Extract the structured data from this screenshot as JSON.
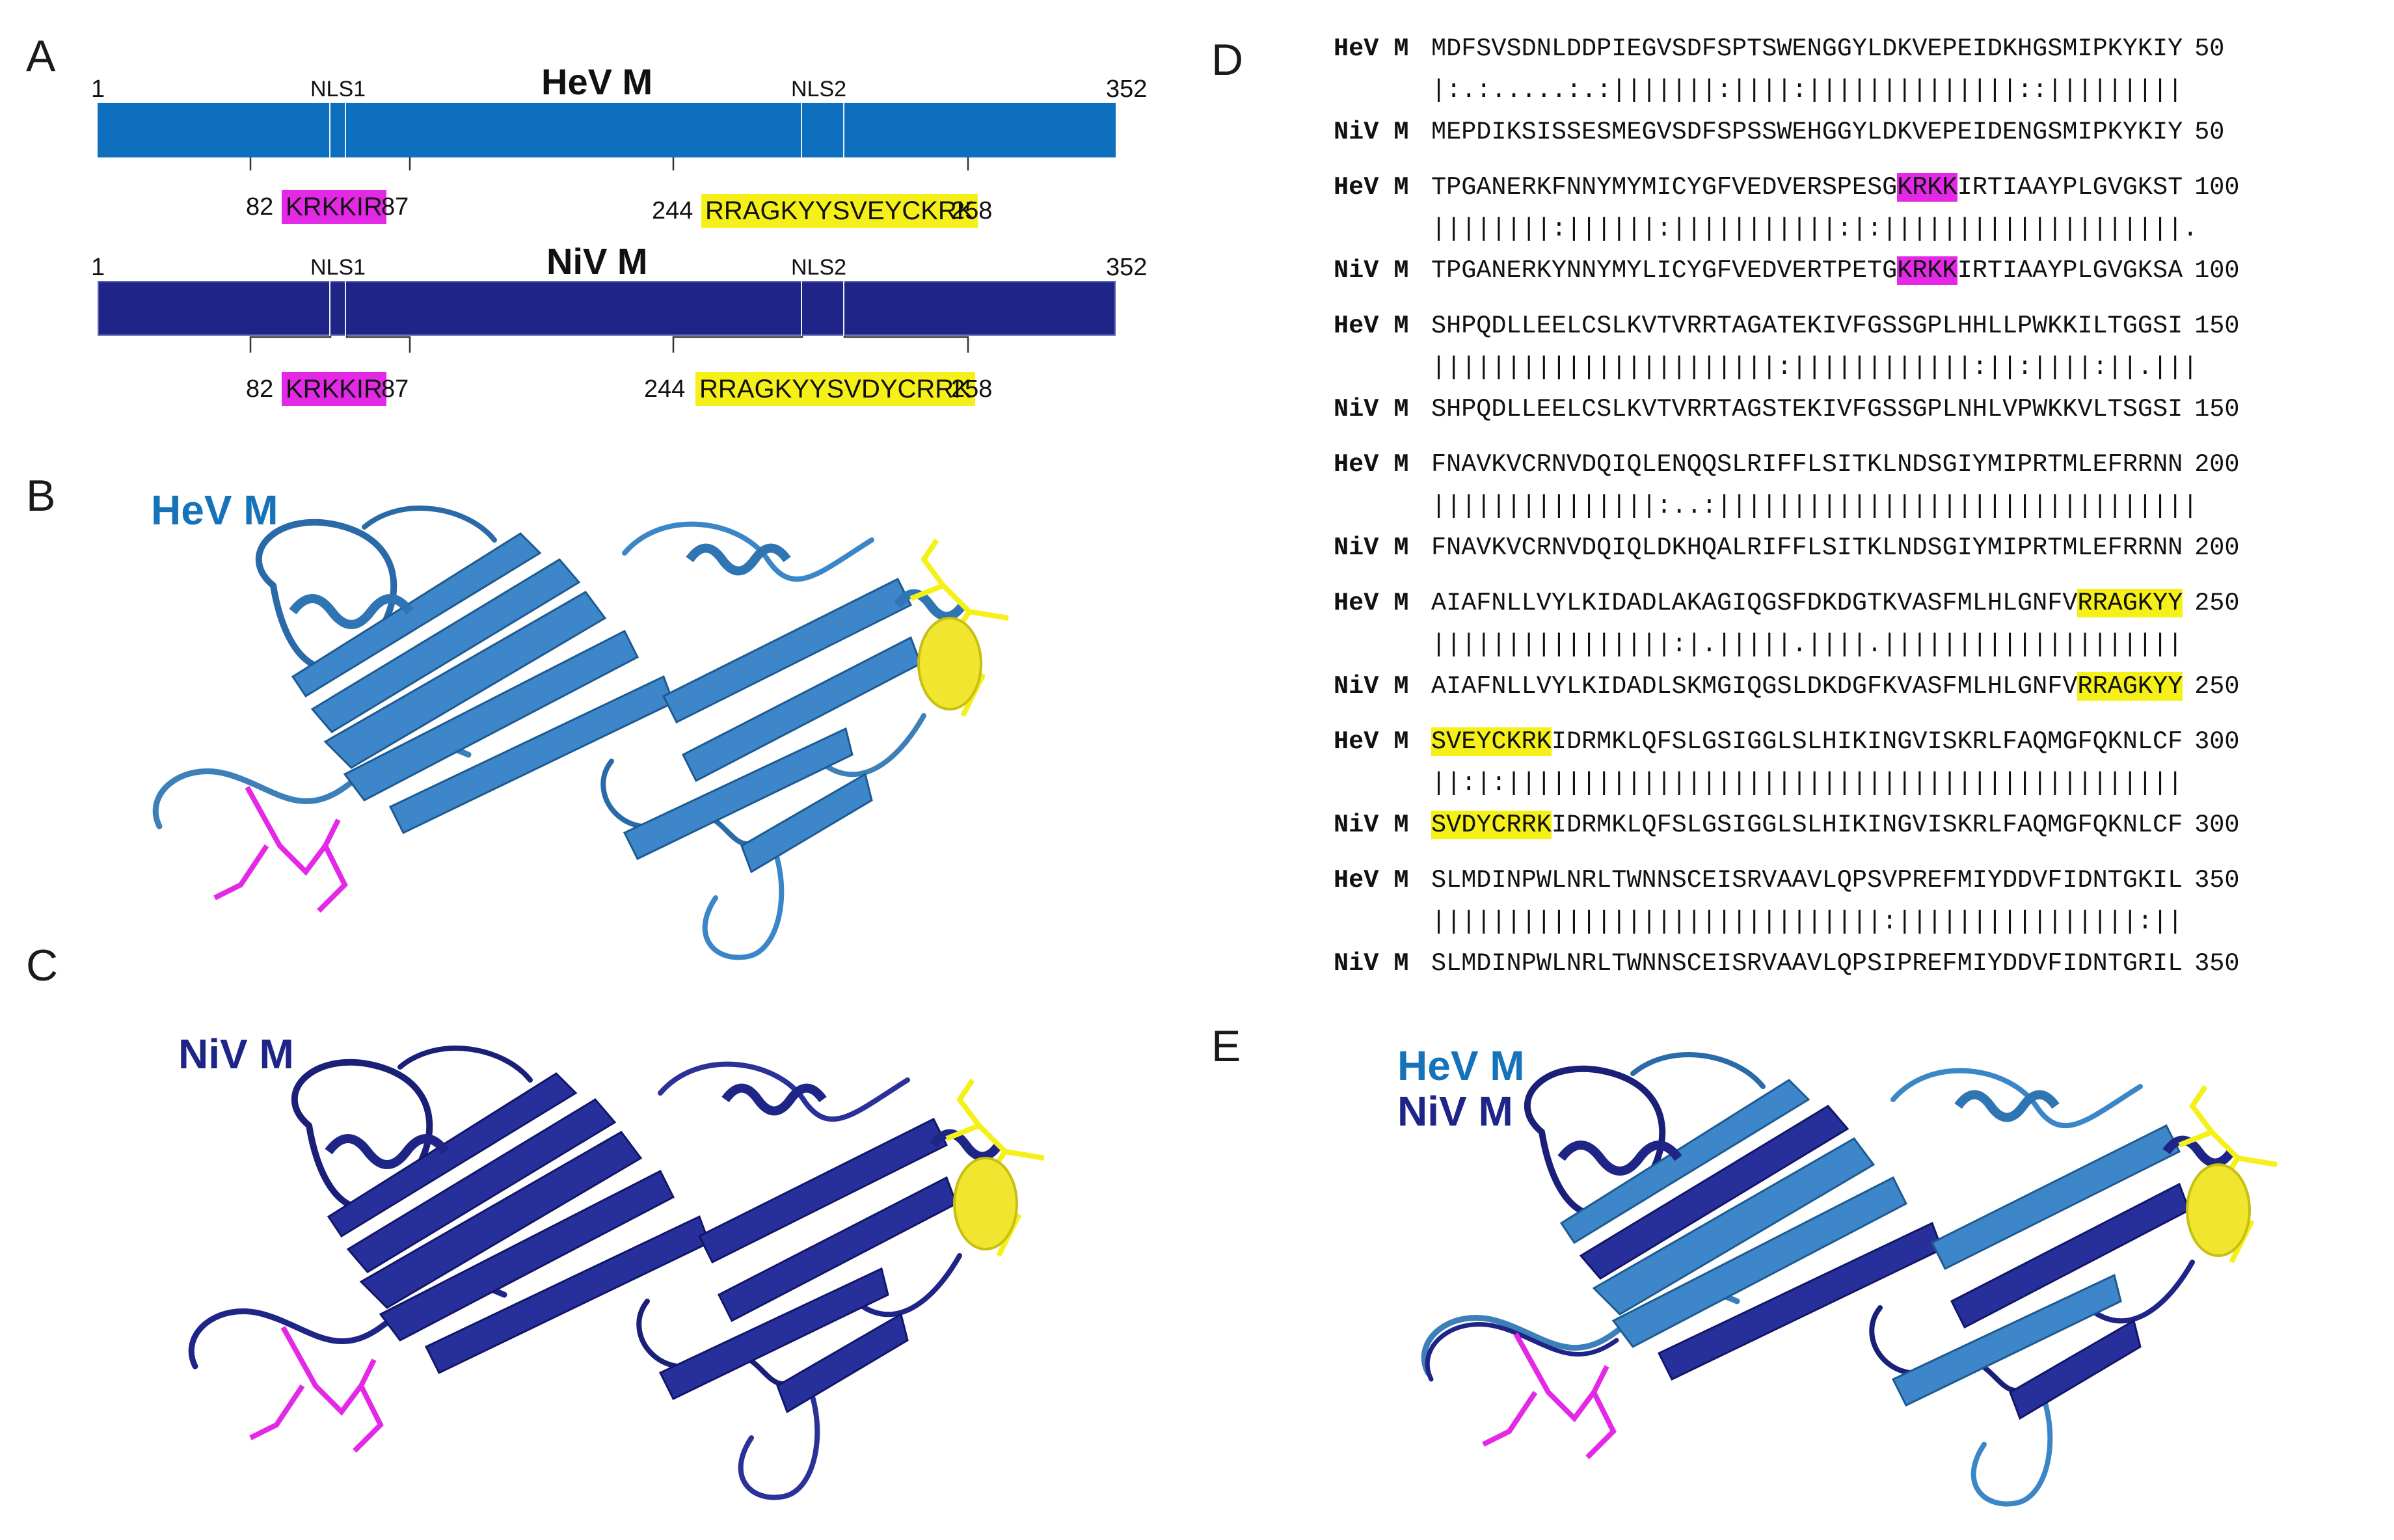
{
  "panels": {
    "A": "A",
    "B": "B",
    "C": "C",
    "D": "D",
    "E": "E"
  },
  "colors": {
    "hev": "#0f6fbf",
    "niv": "#1e2587",
    "nls1": "#e429e6",
    "nls2": "#f5f018",
    "hev_label": "#1673ba",
    "niv_label": "#1e2587"
  },
  "panel_a": {
    "hev": {
      "title": "HeV M",
      "start": "1",
      "end": "352",
      "nls1_label": "NLS1",
      "nls2_label": "NLS2",
      "nls1": {
        "from": "82",
        "motif": "KRKKIR",
        "to": "87"
      },
      "nls2": {
        "from": "244",
        "motif": "RRAGKYYSVEYCKRK",
        "to": "258"
      }
    },
    "niv": {
      "title": "NiV M",
      "start": "1",
      "end": "352",
      "nls1_label": "NLS1",
      "nls2_label": "NLS2",
      "nls1": {
        "from": "82",
        "motif": "KRKKIR",
        "to": "87"
      },
      "nls2": {
        "from": "244",
        "motif": "RRAGKYYSVDYCRRK",
        "to": "258"
      }
    }
  },
  "structures": {
    "b_label": "HeV M",
    "c_label": "NiV M",
    "e_label_1": "HeV M",
    "e_label_2": "NiV M"
  },
  "alignment": {
    "hev_name": "HeV M",
    "niv_name": "NiV M",
    "blocks": [
      {
        "hev": "MDFSVSDNLDDPIEGVSDFSPTSWENGGYLDKVEPEIDKHGSMIPKYKIY",
        "cons": "|:.:.....:.:|||||||:||||:||||||||||||||::|||||||||",
        "niv": "MEPDIKSISSESMEGVSDFSPSSWEHGGYLDKVEPEIDENGSMIPKYKIY",
        "end": "50",
        "hev_parts": [
          {
            "t": "MDFSVSDNLDDPIEGVSDFSPTSWENGGYLDKVEPEIDKHGSMIPKYKIY",
            "h": ""
          }
        ],
        "niv_parts": [
          {
            "t": "MEPDIKSISSESMEGVSDFSPSSWEHGGYLDKVEPEIDENGSMIPKYKIY",
            "h": ""
          }
        ]
      },
      {
        "hev": "TPGANERKFNNYMYMICYGFVEDVERSPESGKRKKIRTIAAYPLGVGKST",
        "cons": "||||||||:||||||:|||||||||||:|:||||||||||||||||||||.",
        "niv": "TPGANERKYNNYMYLICYGFVEDVERTPETGKRKKIRTIAAYPLGVGKSA",
        "end": "100",
        "hev_parts": [
          {
            "t": "TPGANERKFNNYMYMICYGFVEDVERSPESG",
            "h": ""
          },
          {
            "t": "KRKK",
            "h": "m"
          },
          {
            "t": "IRTIAAYPLGVGKST",
            "h": ""
          }
        ],
        "niv_parts": [
          {
            "t": "TPGANERKYNNYMYLICYGFVEDVERTPETG",
            "h": ""
          },
          {
            "t": "KRKK",
            "h": "m"
          },
          {
            "t": "IRTIAAYPLGVGKSA",
            "h": ""
          }
        ]
      },
      {
        "hev": "SHPQDLLEELCSLKVTVRRTAGATEKIVFGSSGPLHHLLPWKKILTGGSI",
        "cons": "|||||||||||||||||||||||:||||||||||||:||:||||:||.|||",
        "niv": "SHPQDLLEELCSLKVTVRRTAGSTEKIVFGSSGPLNHLVPWKKVLTSGSI",
        "end": "150",
        "hev_parts": [
          {
            "t": "SHPQDLLEELCSLKVTVRRTAGATEKIVFGSSGPLHHLLPWKKILTGGSI",
            "h": ""
          }
        ],
        "niv_parts": [
          {
            "t": "SHPQDLLEELCSLKVTVRRTAGSTEKIVFGSSGPLNHLVPWKKVLTSGSI",
            "h": ""
          }
        ]
      },
      {
        "hev": "FNAVKVCRNVDQIQLENQQSLRIFFLSITKLNDSGIYMIPRTMLEFRRNN",
        "cons": "|||||||||||||||:..:||||||||||||||||||||||||||||||||",
        "niv": "FNAVKVCRNVDQIQLDKHQALRIFFLSITKLNDSGIYMIPRTMLEFRRNN",
        "end": "200",
        "hev_parts": [
          {
            "t": "FNAVKVCRNVDQIQLENQQSLRIFFLSITKLNDSGIYMIPRTMLEFRRNN",
            "h": ""
          }
        ],
        "niv_parts": [
          {
            "t": "FNAVKVCRNVDQIQLDKHQALRIFFLSITKLNDSGIYMIPRTMLEFRRNN",
            "h": ""
          }
        ]
      },
      {
        "hev": "AIAFNLLVYLKIDADLAKAGIQGSFDKDGTKVASFMLHLGNFVRRAGKYY",
        "cons": "||||||||||||||||:|.|||||.||||.||||||||||||||||||||",
        "niv": "AIAFNLLVYLKIDADLSKMGIQGSLDKDGFKVASFMLHLGNFVRRAGKYY",
        "end": "250",
        "hev_parts": [
          {
            "t": "AIAFNLLVYLKIDADLAKAGIQGSFDKDGTKVASFMLHLGNFV",
            "h": ""
          },
          {
            "t": "RRAGKYY",
            "h": "y"
          }
        ],
        "niv_parts": [
          {
            "t": "AIAFNLLVYLKIDADLSKMGIQGSLDKDGFKVASFMLHLGNFV",
            "h": ""
          },
          {
            "t": "RRAGKYY",
            "h": "y"
          }
        ]
      },
      {
        "hev": "SVEYCKRKIDRMKLQFSLGSIGGLSLHIKINGVISKRLFAQMGFQKNLCF",
        "cons": "||:|:|||||||||||||||||||||||||||||||||||||||||||||",
        "niv": "SVDYCRRKIDRMKLQFSLGSIGGLSLHIKINGVISKRLFAQMGFQKNLCF",
        "end": "300",
        "hev_parts": [
          {
            "t": "SVEYCKRK",
            "h": "y"
          },
          {
            "t": "IDRMKLQFSLGSIGGLSLHIKINGVISKRLFAQMGFQKNLCF",
            "h": ""
          }
        ],
        "niv_parts": [
          {
            "t": "SVDYCRRK",
            "h": "y"
          },
          {
            "t": "IDRMKLQFSLGSIGGLSLHIKINGVISKRLFAQMGFQKNLCF",
            "h": ""
          }
        ]
      },
      {
        "hev": "SLMDINPWLNRLTWNNSCEISRVAAVLQPSVPREFMIYDDVFIDNTGKIL",
        "cons": "||||||||||||||||||||||||||||||:||||||||||||||||:||",
        "niv": "SLMDINPWLNRLTWNNSCEISRVAAVLQPSIPREFMIYDDVFIDNTGRIL",
        "end": "350",
        "hev_parts": [
          {
            "t": "SLMDINPWLNRLTWNNSCEISRVAAVLQPSVPREFMIYDDVFIDNTGKIL",
            "h": ""
          }
        ],
        "niv_parts": [
          {
            "t": "SLMDINPWLNRLTWNNSCEISRVAAVLQPSIPREFMIYDDVFIDNTGRIL",
            "h": ""
          }
        ]
      }
    ]
  }
}
